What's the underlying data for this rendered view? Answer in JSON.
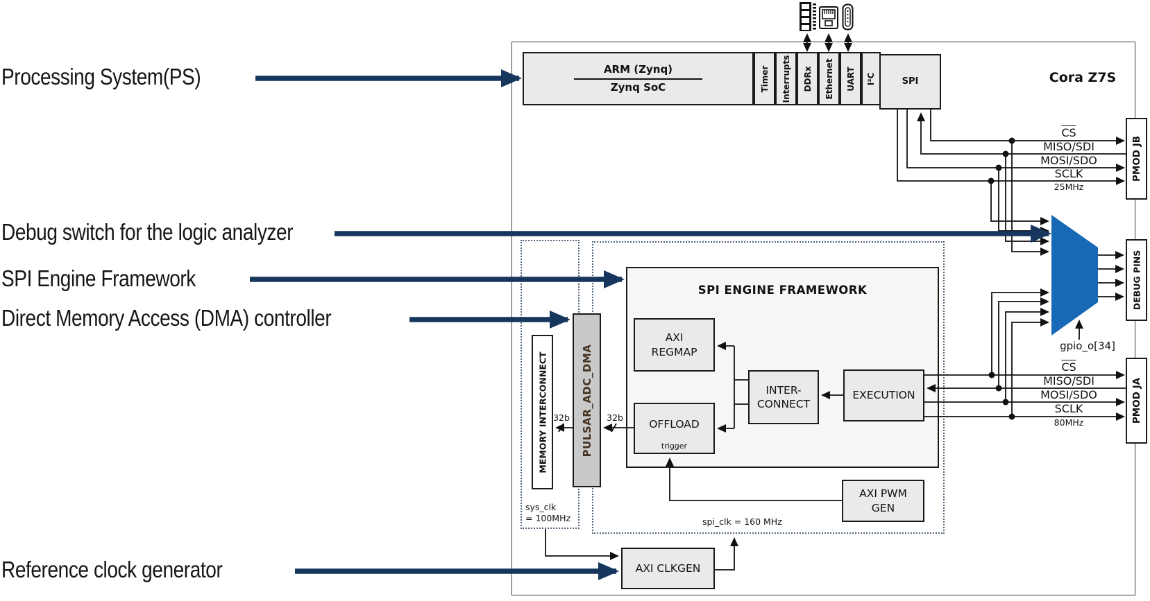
{
  "colors": {
    "annotation_arrow": "#17365d",
    "mux_fill": "#1768b5",
    "block_fill": "#eaeaea",
    "pulsar_fill": "#c9c9c9",
    "pulsar_text": "#46321f",
    "dashed_border": "#4e6377"
  },
  "annotations": [
    {
      "label": "Processing System(PS)"
    },
    {
      "label": "Debug switch for the logic analyzer"
    },
    {
      "label": "SPI Engine Framework"
    },
    {
      "label": "Direct Memory Access (DMA) controller"
    },
    {
      "label": "Reference clock generator"
    }
  ],
  "board": {
    "title": "Cora Z7S",
    "arm": {
      "line1": "ARM (Zynq)",
      "line2": "Zynq SoC"
    },
    "peripherals": [
      "Timer",
      "Interrupts",
      "DDRx",
      "Ethernet",
      "UART",
      "I²C"
    ],
    "spi": "SPI",
    "top_icons": [
      {
        "name": "ddr-memory-icon"
      },
      {
        "name": "ethernet-jack-icon"
      },
      {
        "name": "usb-connector-icon"
      }
    ]
  },
  "connectors": {
    "pmod_jb": "PMOD JB",
    "debug_pins": "DEBUG PINS",
    "pmod_ja": "PMOD JA"
  },
  "jb_signals": {
    "cs": "CS",
    "miso": "MISO/SDI",
    "mosi": "MOSI/SDO",
    "sclk": "SCLK",
    "freq": "25MHz"
  },
  "ja_signals": {
    "cs": "CS",
    "miso": "MISO/SDI",
    "mosi": "MOSI/SDO",
    "sclk": "SCLK",
    "freq": "80MHz"
  },
  "mux": {
    "gpio_label": "gpio_o[34]"
  },
  "spi_engine": {
    "title": "SPI ENGINE FRAMEWORK",
    "axi_regmap": {
      "line1": "AXI",
      "line2": "REGMAP"
    },
    "offload": {
      "label": "OFFLOAD",
      "trigger": "trigger"
    },
    "interconnect": {
      "line1": "INTER-",
      "line2": "CONNECT"
    },
    "execution": "EXECUTION"
  },
  "dma": {
    "memory_interconnect": "MEMORY INTERCONNECT",
    "pulsar_adc_dma": "PULSAR_ADC_DMA",
    "bus_width_left": "32b",
    "bus_width_right": "32b",
    "sys_clk_line1": "sys_clk",
    "sys_clk_line2": "= 100MHz"
  },
  "clocks": {
    "axi_clkgen": "AXI CLKGEN",
    "spi_clk": "spi_clk = 160 MHz",
    "axi_pwm_gen": {
      "line1": "AXI PWM",
      "line2": "GEN"
    }
  }
}
